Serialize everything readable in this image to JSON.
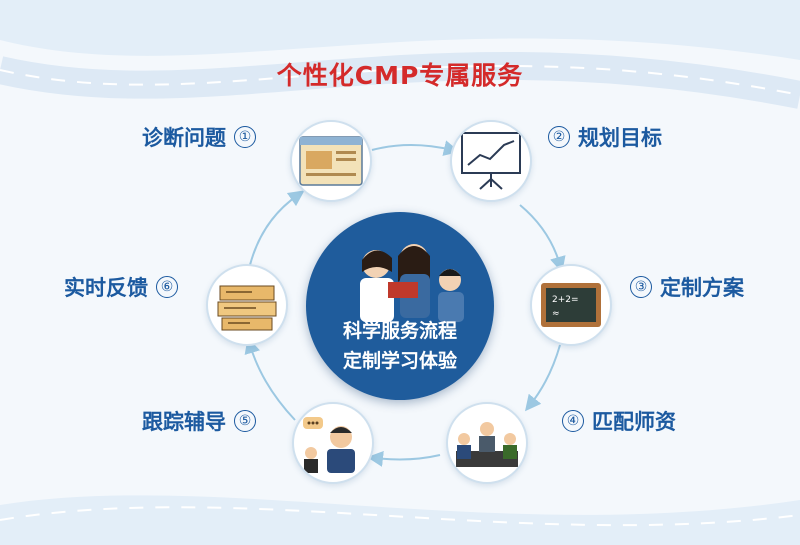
{
  "title": "个性化CMP专属服务",
  "center": {
    "line1": "科学服务流程",
    "line2": "定制学习体验"
  },
  "steps": [
    {
      "num": "①",
      "label": "诊断问题",
      "icon": "web-page-icon"
    },
    {
      "num": "②",
      "label": "规划目标",
      "icon": "presentation-chart-icon"
    },
    {
      "num": "③",
      "label": "定制方案",
      "icon": "chalkboard-icon"
    },
    {
      "num": "④",
      "label": "匹配师资",
      "icon": "meeting-icon"
    },
    {
      "num": "⑤",
      "label": "跟踪辅导",
      "icon": "tutor-chat-icon"
    },
    {
      "num": "⑥",
      "label": "实时反馈",
      "icon": "feedback-papers-icon"
    }
  ],
  "colors": {
    "title": "#d42a2a",
    "label": "#1c5aa0",
    "center": "#1f5c9c",
    "loop": "#9cc8e2"
  }
}
